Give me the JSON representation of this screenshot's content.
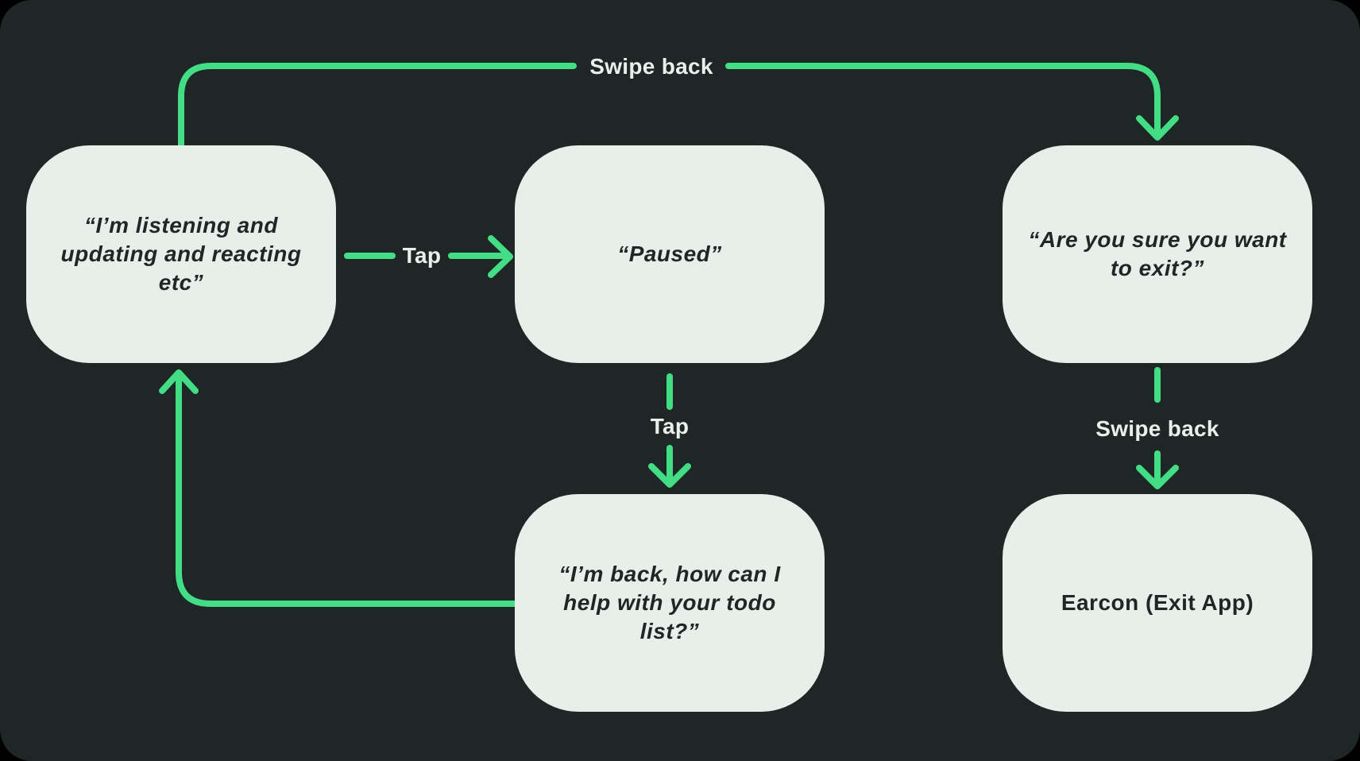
{
  "colors": {
    "background": "#1f2626",
    "node_fill": "#e8eeea",
    "accent_green": "#43dd86",
    "node_text": "#1f2626",
    "label_text": "#e9efeb",
    "page_corners": "#000000"
  },
  "nodes": [
    {
      "id": "listening",
      "text": "“I’m listening and updating and reacting etc”"
    },
    {
      "id": "paused",
      "text": "“Paused”"
    },
    {
      "id": "confirm-exit",
      "text": "“Are you sure you want to exit?”"
    },
    {
      "id": "im-back",
      "text": "“I’m back, how can I help with your todo list?”"
    },
    {
      "id": "earcon-exit",
      "text": "Earcon (Exit App)"
    }
  ],
  "edges": [
    {
      "from": "listening",
      "to": "paused",
      "label": "Tap"
    },
    {
      "from": "paused",
      "to": "im-back",
      "label": "Tap"
    },
    {
      "from": "im-back",
      "to": "listening",
      "label": ""
    },
    {
      "from": "listening",
      "to": "confirm-exit",
      "label": "Swipe back"
    },
    {
      "from": "confirm-exit",
      "to": "earcon-exit",
      "label": "Swipe back"
    }
  ]
}
